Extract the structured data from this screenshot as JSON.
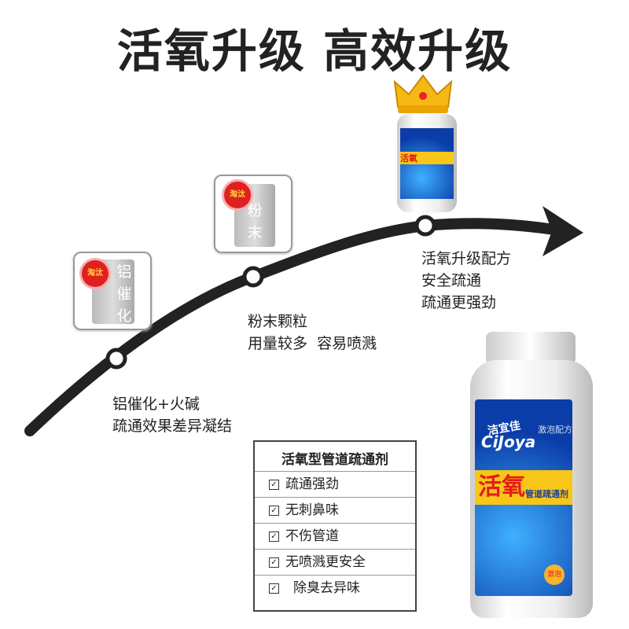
{
  "title": "活氧升级  高效升级",
  "stages": [
    {
      "card_text": "铝催化",
      "badge": "淘汰",
      "label_lines": [
        "铝催化+火碱",
        "疏通效果差异凝结"
      ]
    },
    {
      "card_text": "粉末",
      "badge": "淘汰",
      "label_lines": [
        "粉末颗粒",
        "用量较多  容易喷溅"
      ]
    },
    {
      "label_lines": [
        "活氧升级配方",
        "安全疏通",
        "疏通更强劲"
      ]
    }
  ],
  "features": {
    "heading": "活氧型管道疏通剂",
    "items": [
      "疏通强劲",
      "无刺鼻味",
      "不伤管道",
      "无喷溅更安全",
      "除臭去异味"
    ]
  },
  "product": {
    "brand": "洁宜佳",
    "brand_latin": "CiJoya",
    "formula": "激泡配方",
    "big_name": "活氧",
    "sub_name": "管道疏通剂",
    "badge": "激泡"
  },
  "colors": {
    "curve": "#222222",
    "ban": "#e02020",
    "label_blue": "#0b3da8",
    "yellow": "#f7c619"
  }
}
